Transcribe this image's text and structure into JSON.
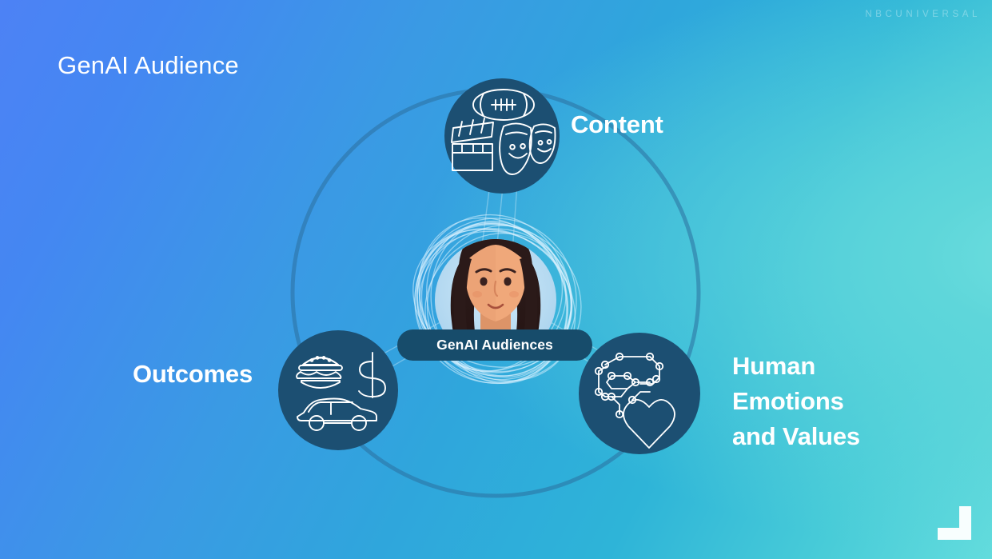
{
  "brand": {
    "wordmark": "NBCUNIVERSAL",
    "corner_mark_name": "corner-bracket-logo"
  },
  "slide": {
    "title": "GenAI Audience"
  },
  "diagram": {
    "type": "radial-hub-and-spoke",
    "center": {
      "pill_label": "GenAI Audiences",
      "avatar_name": "person-avatar",
      "pill_color": "#174c6b",
      "avatar_backdrop_color": "#b9dcf2"
    },
    "nodes": [
      {
        "id": "content",
        "label": "Content",
        "circle_color": "#1c4f72",
        "icons": [
          "football-icon",
          "clapperboard-icon",
          "theatre-masks-icon"
        ]
      },
      {
        "id": "outcomes",
        "label": "Outcomes",
        "circle_color": "#1c4f72",
        "icons": [
          "burger-icon",
          "dollar-sign-icon",
          "car-icon"
        ]
      },
      {
        "id": "human-emotions",
        "label": "Human\nEmotions\nand Values",
        "circle_color": "#1c4f72",
        "icons": [
          "circuit-brain-icon",
          "heart-icon"
        ]
      }
    ],
    "colors": {
      "background_start": "#4d82f5",
      "background_end": "#63dcdd",
      "ring_stroke": "#2d6f9c",
      "swirl_stroke": "#e8f7ff"
    }
  }
}
